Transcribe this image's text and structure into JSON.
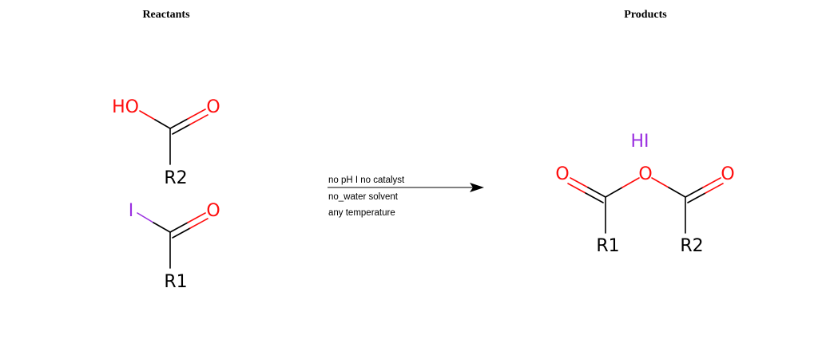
{
  "headers": {
    "reactants": "Reactants",
    "products": "Products"
  },
  "reactants": {
    "acid": {
      "hydroxyl": "HO",
      "oxygen": "O",
      "r_group": "R2"
    },
    "acyl_iodide": {
      "iodine": "I",
      "oxygen": "O",
      "r_group": "R1"
    }
  },
  "conditions": {
    "ph_catalyst": "no pH I no catalyst",
    "solvent": "no_water solvent",
    "temperature": "any temperature"
  },
  "products": {
    "byproduct": "HI",
    "anhydride": {
      "oxygen_left": "O",
      "oxygen_bridge": "O",
      "oxygen_right": "O",
      "r_group_left": "R1",
      "r_group_right": "R2"
    }
  },
  "colors": {
    "oxygen": "#ff0d0d",
    "iodine": "#9a2fe0",
    "carbon": "#000000"
  }
}
